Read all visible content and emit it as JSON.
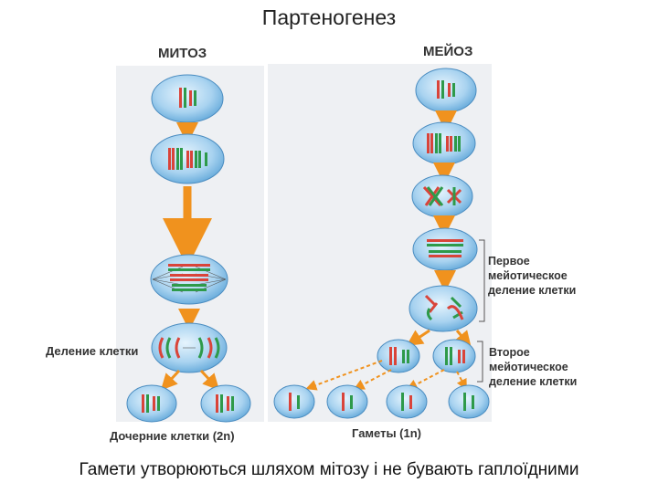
{
  "title": "Партеногенез",
  "mitosis": {
    "label": "МИТОЗ",
    "cell_division": "Деление клетки",
    "daughter_cells": "Дочерние клетки (2n)"
  },
  "meiosis": {
    "label": "МЕЙОЗ",
    "first_division": [
      "Первое",
      "мейотическое",
      "деление клетки"
    ],
    "second_division": [
      "Второе",
      "мейотическое",
      "деление клетки"
    ],
    "gametes": "Гаметы (1n)"
  },
  "caption": "Гамети утворюються шляхом мітозу і не бувають гаплоїдними",
  "colors": {
    "panel": "#eef0f3",
    "cell": "#7fb9e3",
    "arrow": "#f0921e",
    "red": "#d9443a",
    "green": "#2e9a4a"
  }
}
